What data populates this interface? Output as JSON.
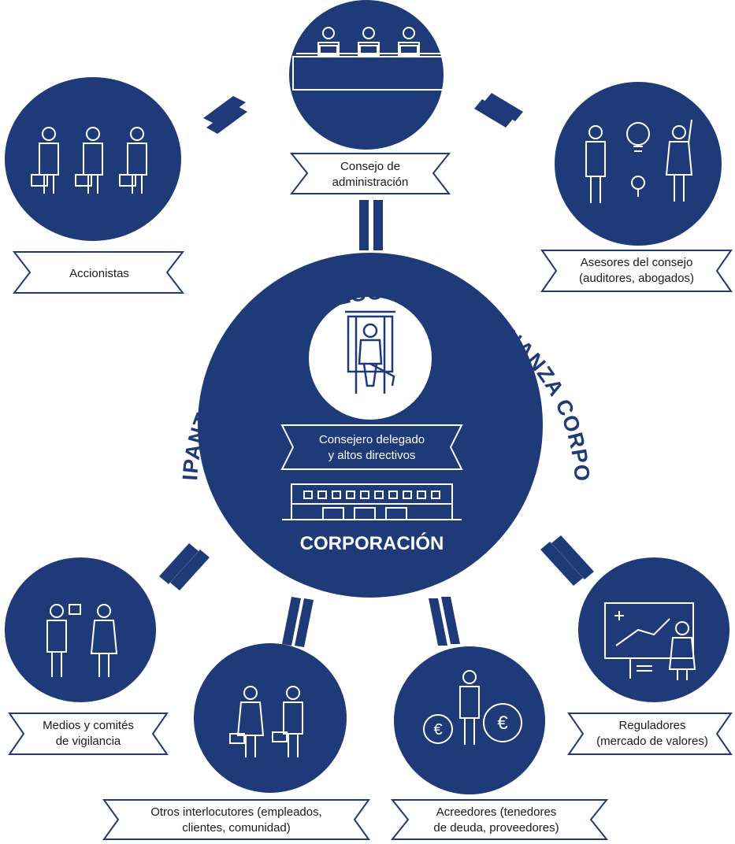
{
  "diagram": {
    "arc_title": "PARTICIPANTES EN EL PROCESO DE GOBERNANZA CORPORATIVA",
    "center": {
      "executives_label": [
        "Consejero delegado",
        "y altos directivos"
      ],
      "corporation_label": "CORPORACIÓN",
      "icons": [
        "executive-seated-icon",
        "corporate-building-icon"
      ]
    },
    "participants": [
      {
        "id": "consejo",
        "label": [
          "Consejo de",
          "administración"
        ],
        "icon": "board-members-icon"
      },
      {
        "id": "accionistas",
        "label": [
          "Accionistas"
        ],
        "icon": "shareholders-icon"
      },
      {
        "id": "asesores",
        "label": [
          "Asesores del consejo",
          "(auditores, abogados)"
        ],
        "icon": "advisors-icon"
      },
      {
        "id": "medios",
        "label": [
          "Medios y comités",
          "de vigilancia"
        ],
        "icon": "media-reporter-icon"
      },
      {
        "id": "otros",
        "label": [
          "Otros interlocutores (empleados,",
          "clientes, comunidad)"
        ],
        "icon": "stakeholders-icon"
      },
      {
        "id": "acreedores",
        "label": [
          "Acreedores (tenedores",
          "de deuda, proveedores)"
        ],
        "icon": "creditors-euro-icon"
      },
      {
        "id": "reguladores",
        "label": [
          "Reguladores",
          "(mercado de valores)"
        ],
        "icon": "regulator-chart-icon"
      }
    ],
    "colors": {
      "primary": "#1f3a78",
      "background": "#ffffff",
      "text": "#1a1a1a",
      "ribbon_border": "#1f3a78"
    }
  }
}
